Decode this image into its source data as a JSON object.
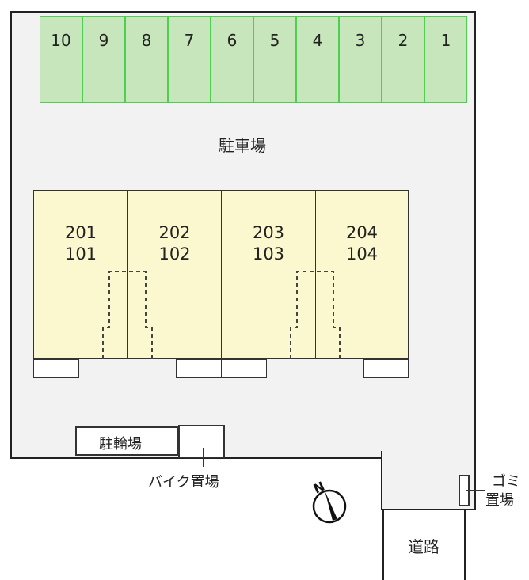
{
  "parking": {
    "label": "駐車場",
    "space_fill_color": "#c8e6bc",
    "space_border_color": "#4fcf4f",
    "spaces": [
      "10",
      "9",
      "8",
      "7",
      "6",
      "5",
      "4",
      "3",
      "2",
      "1"
    ]
  },
  "building": {
    "fill_color": "#fbf7cf",
    "units": [
      {
        "upper": "201",
        "lower": "101"
      },
      {
        "upper": "202",
        "lower": "102"
      },
      {
        "upper": "203",
        "lower": "103"
      },
      {
        "upper": "204",
        "lower": "104"
      }
    ]
  },
  "bicycle_parking": {
    "label": "駐輪場"
  },
  "motorcycle_parking": {
    "label": "バイク置場"
  },
  "garbage": {
    "line1": "ゴミ",
    "line2": "置場"
  },
  "road": {
    "label": "道路"
  },
  "compass": {
    "north_label": "N"
  },
  "lot_fill_color": "#f2f2f2"
}
